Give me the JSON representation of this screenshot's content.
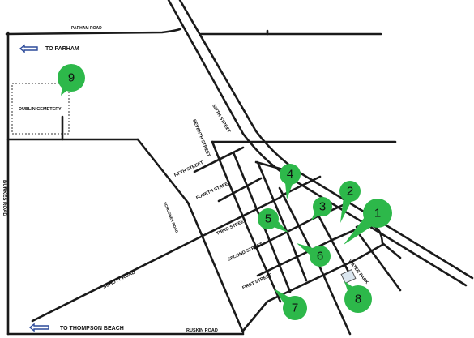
{
  "roads": {
    "parham_road": "PARHAM ROAD",
    "to_parham": "TO PARHAM",
    "dublin_cemetery": "DUBLIN CEMETERY",
    "burkes_road": "BURKES ROAD",
    "sixth_street": "SIXTH STREET",
    "seventh_street": "SEVENTH STREET",
    "fifth_street": "FIFTH STREET",
    "fourth_street": "FOURTH STREET",
    "third_street": "THIRD STREET",
    "second_street": "SECOND STREET",
    "first_street": "FIRST STREET",
    "schooner_road": "SCHOONER ROAD",
    "schutt_road": "SCHUTT ROAD",
    "water_park": "WATER PARK",
    "to_thompson_beach": "TO THOMPSON BEACH",
    "ruskin_road": "RUSKIN ROAD"
  },
  "markers": [
    {
      "label": "1"
    },
    {
      "label": "2"
    },
    {
      "label": "3"
    },
    {
      "label": "4"
    },
    {
      "label": "5"
    },
    {
      "label": "6"
    },
    {
      "label": "7"
    },
    {
      "label": "8"
    },
    {
      "label": "9"
    }
  ],
  "colors": {
    "marker_fill": "#2db84a",
    "road": "#1a1a1a",
    "arrow": "#2c4a9a",
    "background": "#ffffff"
  }
}
